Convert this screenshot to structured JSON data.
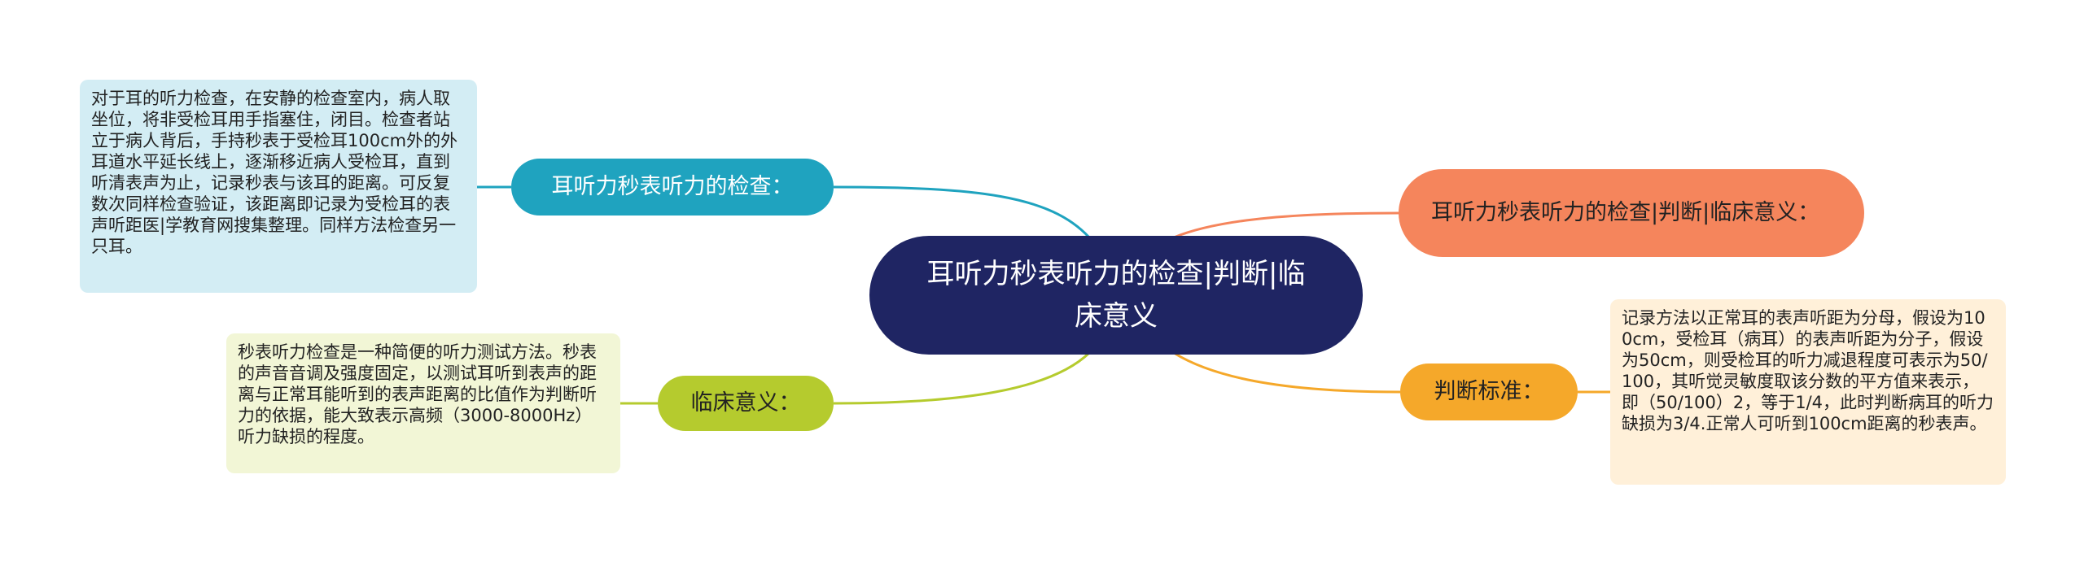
{
  "center": {
    "title": "耳听力秒表听力的检查|判断|临床意义"
  },
  "branches": [
    {
      "label": "耳听力秒表听力的检查：",
      "color": "#1fa3bf"
    },
    {
      "label": "临床意义：",
      "color": "#b5cb2e"
    },
    {
      "label": "耳听力秒表听力的检查|判断|临床意义：",
      "color": "#f5855c"
    },
    {
      "label": "判断标准：",
      "color": "#f5a82a"
    }
  ],
  "details": [
    {
      "text": "对于耳的听力检查，在安静的检查室内，病人取坐位，将非受检耳用手指塞住，闭目。检查者站立于病人背后，手持秒表于受检耳100cm外的外耳道水平延长线上，逐渐移近病人受检耳，直到听清表声为止，记录秒表与该耳的距离。可反复数次同样检查验证，该距离即记录为受检耳的表声听距医|学教育网搜集整理。同样方法检查另一只耳。",
      "color": "#d3edf4"
    },
    {
      "text": "秒表听力检查是一种简便的听力测试方法。秒表的声音音调及强度固定，以测试耳听到表声的距离与正常耳能听到的表声距离的比值作为判断听力的依据，能大致表示高频（3000-8000Hz）听力缺损的程度。",
      "color": "#f2f6d6"
    },
    {
      "text": "记录方法以正常耳的表声听距为分母，假设为100cm，受检耳（病耳）的表声听距为分子，假设为50cm，则受检耳的听力减退程度可表示为50/100，其听觉灵敏度取该分数的平方值来表示，即（50/100）2，等于1/4，此时判断病耳的听力缺损为3/4.正常人可听到100cm距离的秒表声。",
      "color": "#fff0d9"
    }
  ],
  "colors": {
    "center": "#1f2563",
    "background": "#ffffff"
  }
}
